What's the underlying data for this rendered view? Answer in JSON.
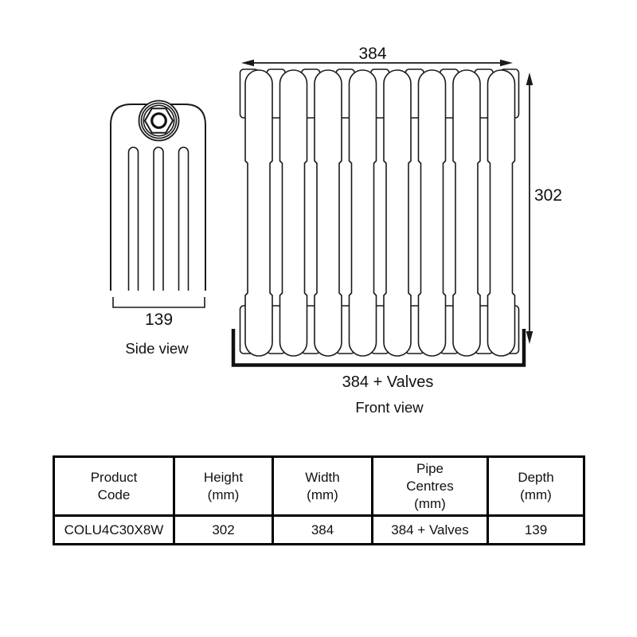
{
  "colors": {
    "background": "#ffffff",
    "line": "#1a1a1a",
    "text": "#111111",
    "table_border": "#000000"
  },
  "side_view": {
    "caption": "Side view",
    "depth_dimension": "139"
  },
  "front_view": {
    "caption": "Front view",
    "width_dimension": "384",
    "height_dimension": "302",
    "pipe_centres_dimension": "384 + Valves",
    "column_count": 8
  },
  "table": {
    "headers": [
      {
        "lines": [
          "Product",
          "Code"
        ]
      },
      {
        "lines": [
          "Height",
          "(mm)"
        ]
      },
      {
        "lines": [
          "Width",
          "(mm)"
        ]
      },
      {
        "lines": [
          "Pipe",
          "Centres",
          "(mm)"
        ]
      },
      {
        "lines": [
          "Depth",
          "(mm)"
        ]
      }
    ],
    "row": [
      "COLU4C30X8W",
      "302",
      "384",
      "384 + Valves",
      "139"
    ]
  }
}
